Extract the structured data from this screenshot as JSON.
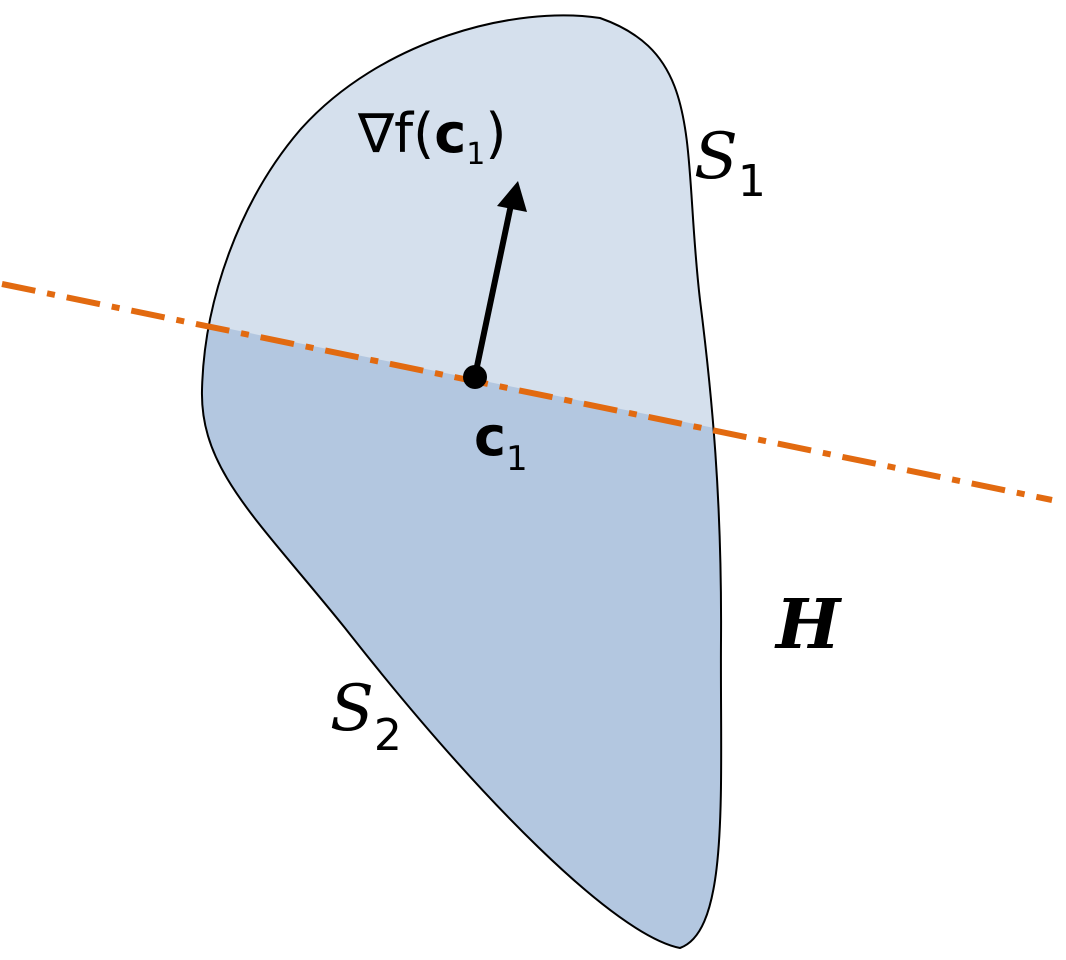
{
  "diagram": {
    "labels": {
      "grad_main": "∇f(",
      "grad_c": "c",
      "grad_sub": "1",
      "grad_close": ")",
      "point_c": "c",
      "point_sub": "1",
      "s1_letter": "S",
      "s1_sub": "1",
      "s2_letter": "S",
      "s2_sub": "2",
      "h_letter": "H"
    },
    "colors": {
      "region_s1_fill": "#d5e0ed",
      "region_s2_fill": "#b3c7e0",
      "outline": "#000000",
      "hyperplane": "#e26a10",
      "arrow": "#000000",
      "point": "#000000"
    }
  }
}
